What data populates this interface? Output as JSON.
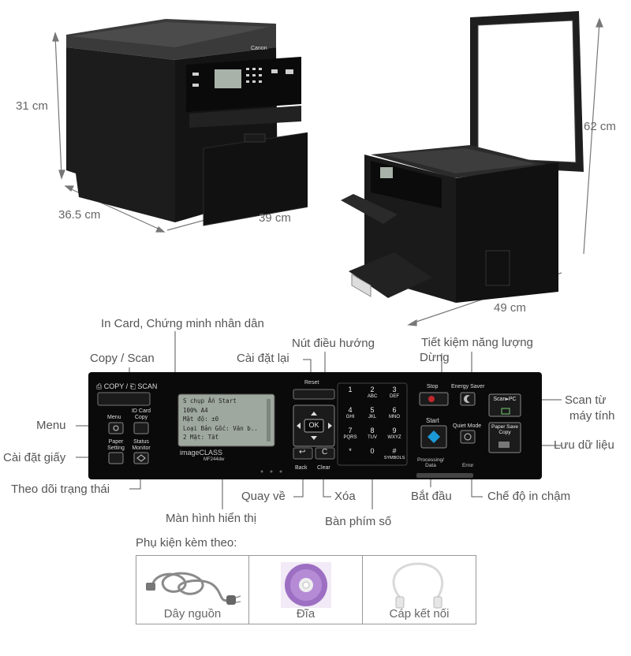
{
  "dimensions": {
    "printer_closed": {
      "height": "31 cm",
      "depth": "36.5 cm",
      "width": "39 cm"
    },
    "printer_open": {
      "height": "62 cm",
      "width": "49 cm"
    }
  },
  "printer": {
    "brand": "Canon"
  },
  "callouts": {
    "id_card": "In Card, Chứng minh nhân dân",
    "copy_scan": "Copy / Scan",
    "navigation": "Nút điều hướng",
    "reset": "Cài đặt lại",
    "energy": "Tiết kiệm năng lượng",
    "stop": "Dừng",
    "menu": "Menu",
    "scan_pc_line1": "Scan từ",
    "scan_pc_line2": "máy tính",
    "paper_setting": "Cài đặt giấy",
    "save_data": "Lưu dữ liệu",
    "status_monitor": "Theo dõi trạng thái",
    "back": "Quay về",
    "clear": "Xóa",
    "start": "Bắt đầu",
    "quiet": "Chế độ in chậm",
    "display": "Màn hình hiển thị",
    "keypad": "Bàn phím số"
  },
  "panel": {
    "copy_label": "COPY",
    "scan_label": "SCAN",
    "menu": "Menu",
    "id_card_line1": "ID Card",
    "id_card_line2": "Copy",
    "paper_line1": "Paper",
    "paper_line2": "Setting",
    "status_line1": "Status",
    "status_line2": "Monitor",
    "model_line1": "imageCLASS",
    "model_line2": "MF244dw",
    "reset": "Reset",
    "ok": "OK",
    "back": "Back",
    "clear": "Clear",
    "stop": "Stop",
    "energy_saver": "Energy Saver",
    "start": "Start",
    "quiet_mode": "Quiet Mode",
    "processing_line1": "Processing/",
    "processing_line2": "Data",
    "error": "Error",
    "scan_pc": "Scan▸PC",
    "paper_save_line1": "Paper Save",
    "paper_save_line2": "Copy",
    "lcd": {
      "line1": "S chụp  Ấn Start",
      "line2": "100%      A4",
      "line3": "Mật độ: ±0",
      "line4": "Loại Bản Gốc: Văn b..",
      "line5": "2 Mặt: Tắt"
    },
    "keys": [
      {
        "num": "1",
        "sub": ""
      },
      {
        "num": "2",
        "sub": "ABC"
      },
      {
        "num": "3",
        "sub": "DEF"
      },
      {
        "num": "4",
        "sub": "GHI"
      },
      {
        "num": "5",
        "sub": "JKL"
      },
      {
        "num": "6",
        "sub": "MNO"
      },
      {
        "num": "7",
        "sub": "PQRS"
      },
      {
        "num": "8",
        "sub": "TUV"
      },
      {
        "num": "9",
        "sub": "WXYZ"
      },
      {
        "num": "*",
        "sub": ""
      },
      {
        "num": "0",
        "sub": ""
      },
      {
        "num": "#",
        "sub": "SYMBOLS"
      }
    ]
  },
  "accessories": {
    "title": "Phụ kiện kèm theo:",
    "items": [
      {
        "name": "Dây nguồn",
        "icon": "power-cable-icon"
      },
      {
        "name": "Đĩa",
        "icon": "cd-disc-icon"
      },
      {
        "name": "Cáp kết nối",
        "icon": "usb-cable-icon"
      }
    ]
  }
}
